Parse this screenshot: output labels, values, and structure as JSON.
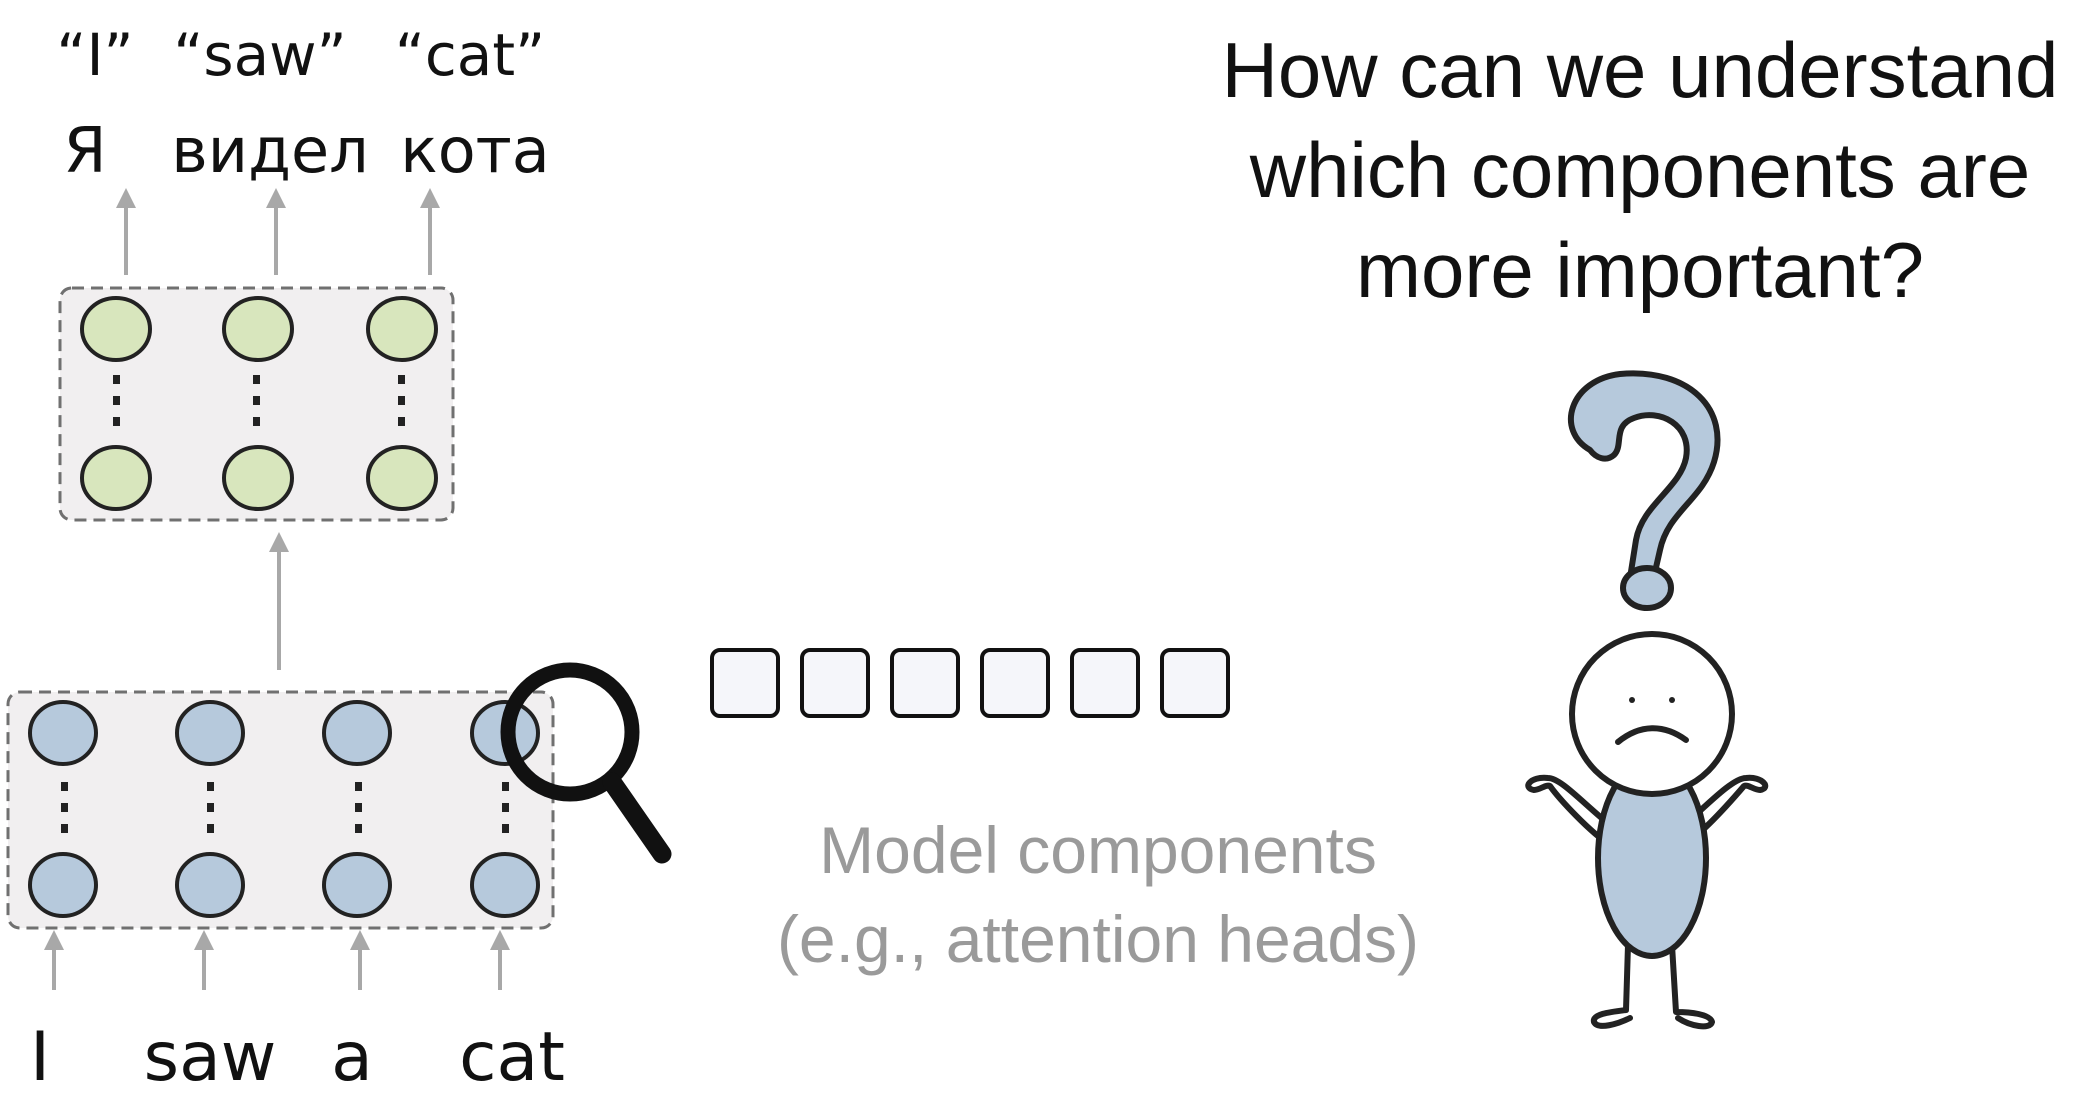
{
  "output": {
    "glosses": [
      "“I”",
      "“saw”",
      "“cat”"
    ],
    "words": [
      "Я",
      "видел",
      "кота"
    ]
  },
  "input": {
    "tokens": [
      "I",
      "saw",
      "a",
      "cat"
    ]
  },
  "question": {
    "lines": [
      "How can we understand",
      "which components are",
      "more important?"
    ]
  },
  "components": {
    "count": 6,
    "caption_lines": [
      "Model components",
      "(e.g., attention heads)"
    ]
  },
  "colors": {
    "decoder_node": "#d8e6bd",
    "encoder_node": "#b6c9dc",
    "box_fill": "#f1eff0",
    "arrow": "#a8a8a8",
    "component_fill": "#f5f6fa",
    "person_fill": "#b6c9dc"
  },
  "icons": [
    "magnifier-icon",
    "question-mark-icon",
    "confused-person-icon"
  ]
}
